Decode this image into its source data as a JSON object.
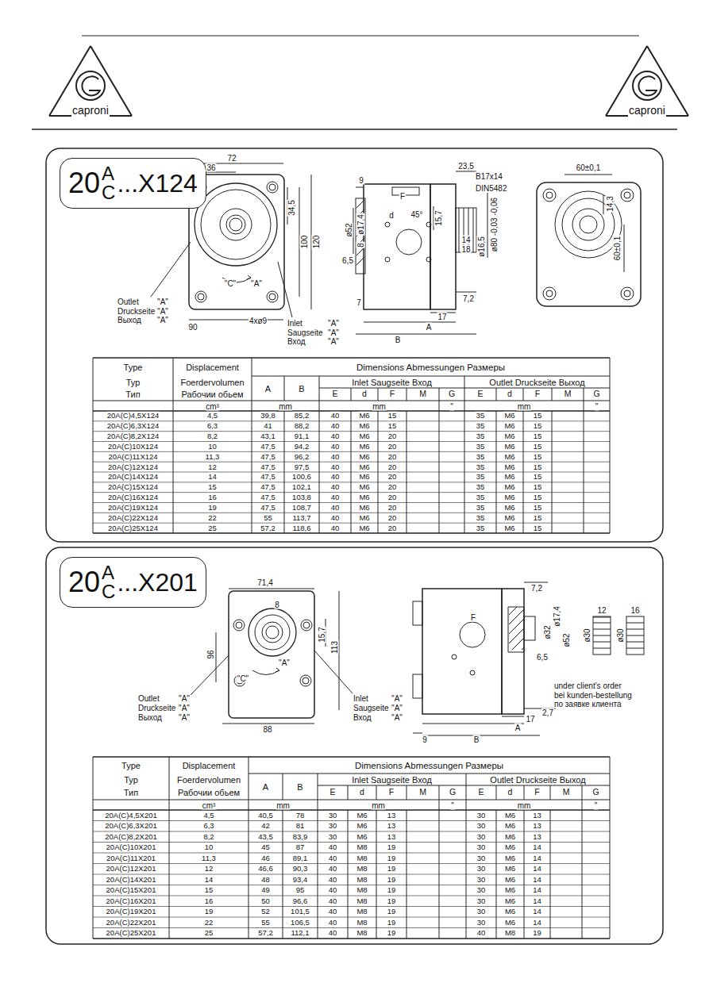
{
  "diagram": {
    "nodes": [
      {
        "text": [
          "20",
          "A",
          "C",
          "...X124"
        ]
      },
      {
        "text": [
          "20",
          "A",
          "C",
          "...X201"
        ]
      }
    ],
    "labels": [
      "caproni",
      "caproni",
      "72",
      "36",
      "34,5",
      "100",
      "120",
      "\"C\"",
      "\"A\"",
      "4xø9",
      "90",
      "Outlet",
      "\"A\"",
      "Druckseite",
      "\"A\"",
      "Выход",
      "\"A\"",
      "Inlet",
      "\"A\"",
      "Saugseite",
      "\"A\"",
      "Вход",
      "\"A\"",
      "9",
      "ø52",
      "ø17,4",
      "8",
      "6,5",
      "d",
      "F",
      "45°",
      "15,7",
      "23,5",
      "B17x14",
      "DIN5482",
      "ø80 -0,03 -0,06",
      "14",
      "18",
      "ø16,5",
      "7",
      "7,2",
      "17",
      "A",
      "B",
      "60±0,1",
      "14,3",
      "60±0,1",
      "Type",
      "Typ",
      "Тип",
      "Displacement",
      "Foerdervolumen",
      "Рабочии обьем",
      "Dimensions Abmessungen Размеры",
      "A",
      "B",
      "Inlet Saugseite Вход",
      "Outlet Druckseite Выход",
      "E",
      "d",
      "F",
      "M",
      "G",
      "E",
      "d",
      "F",
      "M",
      "G",
      "cm³",
      "mm",
      "mm",
      "\"",
      "mm",
      "\"",
      "20A(C)4,5X124",
      "4,5",
      "39,8",
      "85,2",
      "40",
      "M6",
      "15",
      "35",
      "M6",
      "15",
      "20A(C)6,3X124",
      "6,3",
      "41",
      "88,2",
      "40",
      "M6",
      "15",
      "35",
      "M6",
      "15",
      "20A(C)8,2X124",
      "8,2",
      "43,1",
      "91,1",
      "40",
      "M6",
      "20",
      "35",
      "M6",
      "15",
      "20A(C)10X124",
      "10",
      "47,5",
      "94,2",
      "40",
      "M6",
      "20",
      "35",
      "M6",
      "15",
      "20A(C)11X124",
      "11,3",
      "47,5",
      "96,2",
      "40",
      "M6",
      "20",
      "35",
      "M6",
      "15",
      "20A(C)12X124",
      "12",
      "47,5",
      "97,5",
      "40",
      "M6",
      "20",
      "35",
      "M6",
      "15",
      "20A(C)14X124",
      "14",
      "47,5",
      "100,6",
      "40",
      "M6",
      "20",
      "35",
      "M6",
      "15",
      "20A(C)15X124",
      "15",
      "47,5",
      "102,1",
      "40",
      "M6",
      "20",
      "35",
      "M6",
      "15",
      "20A(C)16X124",
      "16",
      "47,5",
      "103,8",
      "40",
      "M6",
      "20",
      "35",
      "M6",
      "15",
      "20A(C)19X124",
      "19",
      "47,5",
      "108,7",
      "40",
      "M6",
      "20",
      "35",
      "M6",
      "15",
      "20A(C)22X124",
      "22",
      "55",
      "113,7",
      "40",
      "M6",
      "20",
      "35",
      "M6",
      "15",
      "20A(C)25X124",
      "25",
      "57,2",
      "118,6",
      "40",
      "M6",
      "20",
      "35",
      "M6",
      "15",
      "71,4",
      "8",
      "96",
      "15,7",
      "113",
      "\"C\"",
      "\"A\"",
      "88",
      "Outlet",
      "\"A\"",
      "Druckseite",
      "\"A\"",
      "Выход",
      "\"A\"",
      "Inlet",
      "\"A\"",
      "Saugseite",
      "\"A\"",
      "Вход",
      "\"A\"",
      "7,2",
      "ø32",
      "ø17,4",
      "ø52",
      "6,5",
      "F",
      "2,7",
      "17",
      "A",
      "9",
      "B",
      "12",
      "16",
      "ø30",
      "ø30",
      "under client's order",
      "bei kunden-bestellung",
      "по заявке клиента",
      "Type",
      "Typ",
      "Тип",
      "Displacement",
      "Foerdervolumen",
      "Рабочии обьем",
      "Dimensions Abmessungen Размеры",
      "A",
      "B",
      "Inlet Saugseite Вход",
      "Outlet Druckseite Выход",
      "E",
      "d",
      "F",
      "M",
      "G",
      "E",
      "d",
      "F",
      "M",
      "G",
      "cm³",
      "mm",
      "mm",
      "\"",
      "mm",
      "\"",
      "20A(C)4,5X201",
      "4,5",
      "40,5",
      "78",
      "30",
      "M6",
      "13",
      "30",
      "M6",
      "13",
      "20A(C)6,3X201",
      "6,3",
      "42",
      "81",
      "30",
      "M6",
      "13",
      "30",
      "M6",
      "13",
      "20A(C)8,2X201",
      "8,2",
      "43,5",
      "83,9",
      "30",
      "M6",
      "13",
      "30",
      "M6",
      "13",
      "20A(C)10X201",
      "10",
      "45",
      "87",
      "40",
      "M8",
      "19",
      "30",
      "M6",
      "14",
      "20A(C)11X201",
      "11,3",
      "46",
      "89,1",
      "40",
      "M8",
      "19",
      "30",
      "M6",
      "14",
      "20A(C)12X201",
      "12",
      "46,6",
      "90,3",
      "40",
      "M8",
      "19",
      "30",
      "M6",
      "14",
      "20A(C)14X201",
      "14",
      "48",
      "93,4",
      "40",
      "M8",
      "19",
      "30",
      "M6",
      "14",
      "20A(C)15X201",
      "15",
      "49",
      "95",
      "40",
      "M8",
      "19",
      "30",
      "M6",
      "14",
      "20A(C)16X201",
      "16",
      "50",
      "96,6",
      "40",
      "M8",
      "19",
      "30",
      "M6",
      "14",
      "20A(C)19X201",
      "19",
      "52",
      "101,5",
      "40",
      "M8",
      "19",
      "30",
      "M6",
      "14",
      "20A(C)22X201",
      "22",
      "55",
      "106,5",
      "40",
      "M8",
      "19",
      "30",
      "M6",
      "14",
      "20A(C)25X201",
      "25",
      "57,2",
      "112,1",
      "40",
      "M8",
      "19",
      "40",
      "M8",
      "19"
    ]
  }
}
